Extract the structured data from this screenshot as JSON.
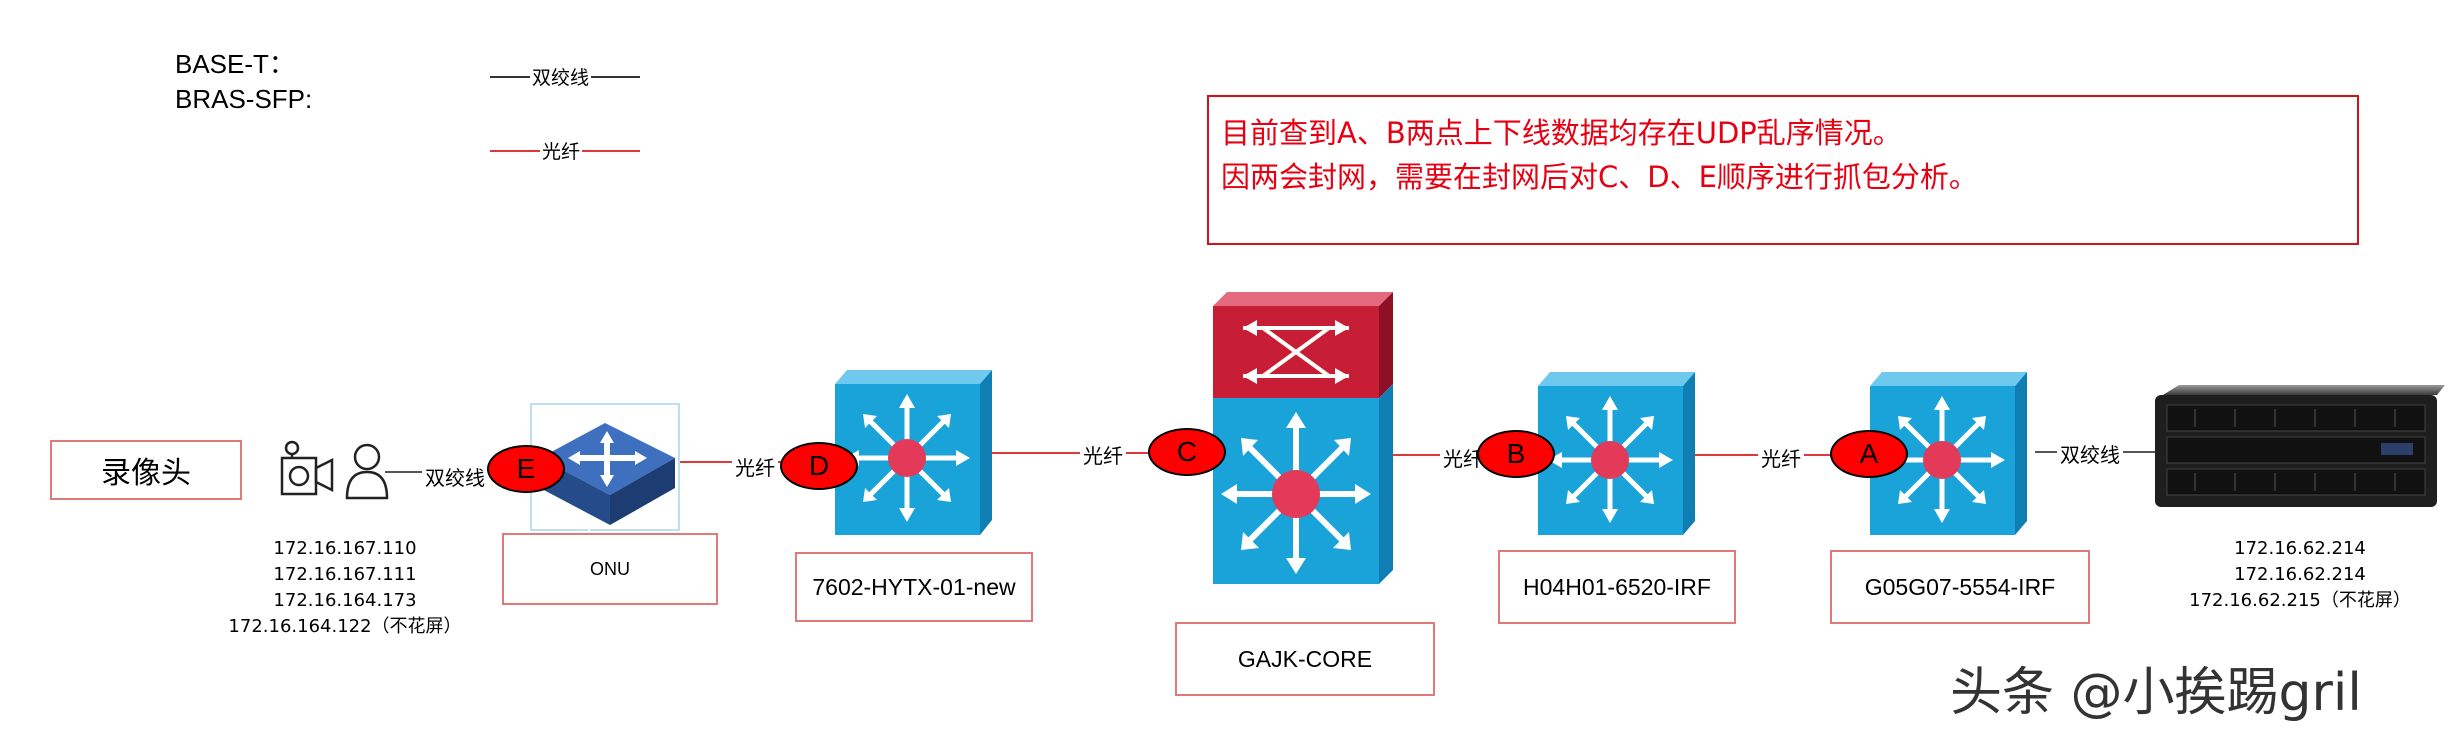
{
  "legend": {
    "titles": [
      "BASE-T：",
      "BRAS-SFP:"
    ],
    "twisted_pair_label": "双绞线",
    "fiber_label": "光纤"
  },
  "notice": {
    "line1": "目前查到A、B两点上下线数据均存在UDP乱序情况。",
    "line2": "因两会封网，需要在封网后对C、D、E顺序进行抓包分析。"
  },
  "camera": {
    "label": "录像头"
  },
  "devices": {
    "onu": "ONU",
    "d": "7602-HYTX-01-new",
    "core": "GAJK-CORE",
    "b": "H04H01-6520-IRF",
    "a": "G05G07-5554-IRF"
  },
  "link_labels": {
    "camera_onu": "双绞线",
    "onu_d": "光纤",
    "d_core": "光纤",
    "core_b": "光纤",
    "b_a": "光纤",
    "a_server": "双绞线"
  },
  "points": {
    "a": "A",
    "b": "B",
    "c": "C",
    "d": "D",
    "e": "E"
  },
  "camera_ips": [
    "172.16.167.110",
    "172.16.167.111",
    "172.16.164.173",
    "172.16.164.122（不花屏）"
  ],
  "server_ips": [
    "172.16.62.214",
    "172.16.62.214",
    "172.16.62.215（不花屏）"
  ],
  "watermark": "头条 @小挨踢gril",
  "colors": {
    "twisted_pair": "#000000",
    "fiber": "#e0393b",
    "switch_blue": "#1aa3d8",
    "router_red": "#c81e35",
    "mark_red": "#ff0000",
    "notice_red": "#e60012"
  },
  "icons": [
    "camera-icon",
    "person-icon",
    "onu-switch-icon",
    "layer3-switch-icon",
    "router-icon",
    "server-icon"
  ]
}
